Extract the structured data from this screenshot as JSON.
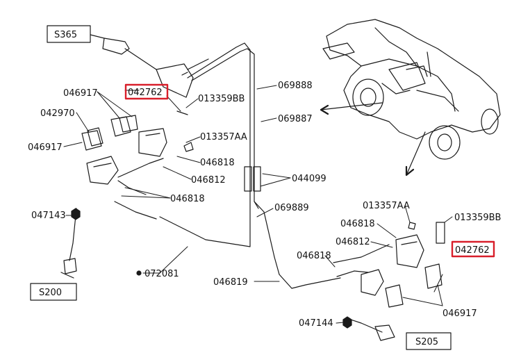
{
  "colors": {
    "line": "#1a1a1a",
    "highlight": "#d81e2a",
    "background": "#ffffff"
  },
  "labels": {
    "s365": "S365",
    "s200": "S200",
    "s205": "S205",
    "p042762_left": "042762",
    "p042762_right": "042762",
    "p013359BB_left": "013359BB",
    "p013359BB_right": "013359BB",
    "p013357AA_left": "013357AA",
    "p013357AA_right": "013357AA",
    "p046917_top": "046917",
    "p046917_left": "046917",
    "p046917_right": "046917",
    "p042970": "042970",
    "p046818_a": "046818",
    "p046818_b": "046818",
    "p046818_c": "046818",
    "p046818_d": "046818",
    "p046812_left": "046812",
    "p046812_right": "046812",
    "p047143": "047143",
    "p047144": "047144",
    "p072081": "072081",
    "p069888": "069888",
    "p069887": "069887",
    "p069889": "069889",
    "p044099": "044099",
    "p046819": "046819"
  }
}
